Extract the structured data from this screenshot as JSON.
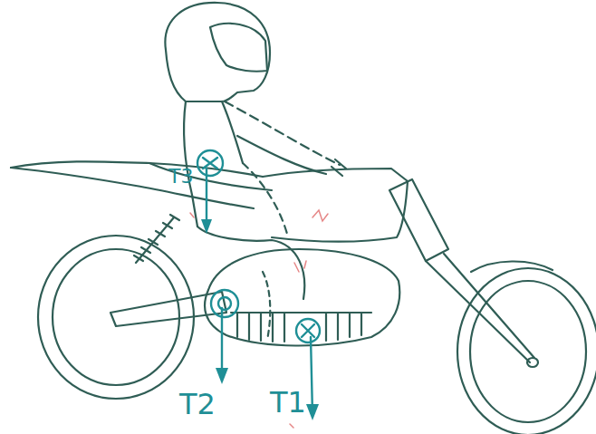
{
  "diagram": {
    "labels": [
      "T3",
      "T2",
      "T1"
    ]
  }
}
